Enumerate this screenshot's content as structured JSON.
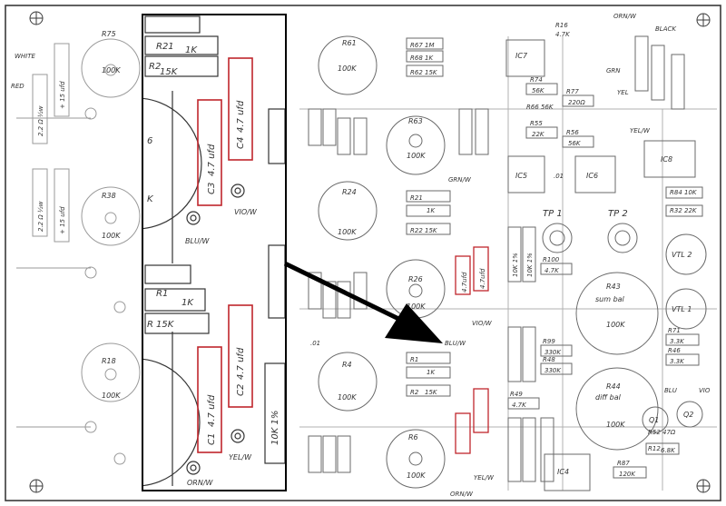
{
  "colors": {
    "ink": "#3a3a3a",
    "trace": "#b8b8b8",
    "highlight": "#c0262c",
    "arrow": "#000000",
    "paper": "#ffffff"
  },
  "wires": {
    "white": "WHITE",
    "red": "RED",
    "orn_w_top": "ORN/W",
    "black": "BLACK",
    "grn": "GRN",
    "yel": "YEL",
    "yel_w": "YEL/W",
    "grn_w": "GRN/W",
    "blu_w": "BLU/W",
    "viol_w": "VIO/W",
    "blu": "BLU",
    "vio": "VIO",
    "yel_w2": "YEL/W",
    "orn_w": "ORN/W"
  },
  "left_strip": {
    "pots": [
      {
        "ref": "R75",
        "value": "100K"
      },
      {
        "ref": "R38",
        "value": "100K"
      },
      {
        "ref": "R18",
        "value": "100K"
      }
    ],
    "parts": [
      "2.2 Ω ½w",
      "+ 15 ufd",
      "2.2 Ω ½w",
      "+ 15 ufd"
    ]
  },
  "zoom": {
    "resistors": [
      {
        "ref": "R21",
        "value": "1K"
      },
      {
        "ref": "R2",
        "value": "15K"
      },
      {
        "ref": "R1",
        "value": "1K"
      },
      {
        "ref": "R",
        "value": "15K"
      }
    ],
    "caps": [
      {
        "ref": "C3",
        "value": "4.7 ufd"
      },
      {
        "ref": "C4",
        "value": "4.7 ufd"
      },
      {
        "ref": "C1",
        "value": "4.7 ufd"
      },
      {
        "ref": "C2",
        "value": "4.7 ufd"
      }
    ],
    "pot_label": "6",
    "pot_value": "K",
    "wires": [
      "VIO/W",
      "BLU/W",
      "YEL/W",
      "ORN/W"
    ],
    "side_part": "10K 1%"
  },
  "main_board": {
    "pots": [
      {
        "ref": "R61",
        "value": "100K"
      },
      {
        "ref": "R63",
        "value": "100K"
      },
      {
        "ref": "R24",
        "value": "100K"
      },
      {
        "ref": "R26",
        "value": "100K"
      },
      {
        "ref": "R4",
        "value": "100K"
      },
      {
        "ref": "R6",
        "value": "100K"
      }
    ],
    "resistors": [
      {
        "ref": "R67",
        "value": "1M"
      },
      {
        "ref": "R68",
        "value": "1K"
      },
      {
        "ref": "R62",
        "value": "15K"
      },
      {
        "ref": "R74",
        "value": "56K"
      },
      {
        "ref": "R77",
        "value": "220Ω"
      },
      {
        "ref": "R55",
        "value": "22K"
      },
      {
        "ref": "R56",
        "value": "56K"
      },
      {
        "ref": "R66",
        "value": "56K"
      },
      {
        "ref": "R84",
        "value": "10K"
      },
      {
        "ref": "R32",
        "value": "22K"
      },
      {
        "ref": "R100",
        "value": "4.7K"
      },
      {
        "ref": "R99",
        "value": "330K"
      },
      {
        "ref": "R48",
        "value": "330K"
      },
      {
        "ref": "R49",
        "value": "4.7K"
      },
      {
        "ref": "R71",
        "value": "3.3K"
      },
      {
        "ref": "R46",
        "value": "3.3K"
      },
      {
        "ref": "R52",
        "value": "47Ω"
      },
      {
        "ref": "R12",
        "value": "6.8K"
      },
      {
        "ref": "R87",
        "value": "120K"
      },
      {
        "ref": "R16",
        "value": "4.7K"
      },
      {
        "ref": "R21",
        "value": "1K"
      },
      {
        "ref": "R22",
        "value": "15K"
      },
      {
        "ref": "R1",
        "value": "1K"
      },
      {
        "ref": "R2",
        "value": "15K"
      }
    ],
    "ics": [
      "IC7",
      "IC5",
      "IC6",
      "IC8",
      "IC4"
    ],
    "test_points": [
      "TP 1",
      "TP 2"
    ],
    "trim_pots": [
      {
        "ref": "R43",
        "value": "100K",
        "note": "sum bal"
      },
      {
        "ref": "R44",
        "value": "100K",
        "note": "diff bal"
      }
    ],
    "transistors": [
      "Q1",
      "Q2"
    ],
    "vtl": [
      "VTL 2",
      "VTL 1"
    ],
    "small": [
      ".01",
      ".01",
      "10K 1%",
      "10K 1%",
      "4.7ufd",
      "4.7ufd"
    ]
  }
}
